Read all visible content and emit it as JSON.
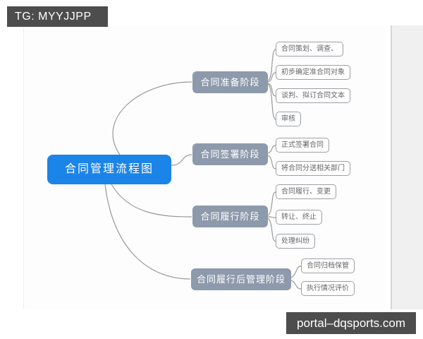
{
  "overlays": {
    "top_left_watermark": "TG: MYYJJPP",
    "bottom_right_watermark": "portal–dqsports.com"
  },
  "mindmap": {
    "root": {
      "label": "合同管理流程图"
    },
    "branches": [
      {
        "label": "合同准备阶段",
        "children": [
          {
            "label": "合同策划、调查、"
          },
          {
            "label": "初步确定准合同对象"
          },
          {
            "label": "谈判、拟订合同文本"
          },
          {
            "label": "审核"
          }
        ]
      },
      {
        "label": "合同签署阶段",
        "children": [
          {
            "label": "正式签署合同"
          },
          {
            "label": "将合同分送相关部门"
          }
        ]
      },
      {
        "label": "合同履行阶段",
        "children": [
          {
            "label": "合同履行、变更"
          },
          {
            "label": "转让、终止"
          },
          {
            "label": "处理纠纷"
          }
        ]
      },
      {
        "label": "合同履行后管理阶段",
        "children": [
          {
            "label": "合同归档保管"
          },
          {
            "label": "执行情况评价"
          }
        ]
      }
    ],
    "colors": {
      "root_bg": "#1b84e8",
      "branch_bg": "#8d9aab",
      "child_border": "#9aa0a6",
      "connector": "#999999",
      "watermark_bg": "#4d4d4d"
    }
  }
}
